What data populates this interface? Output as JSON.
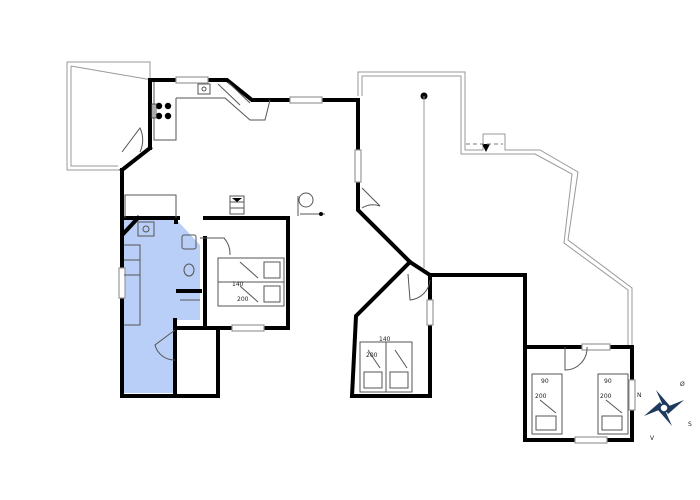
{
  "floor_plan": {
    "colors": {
      "bathroom_fill": "#b9cff7",
      "wall": "#000000",
      "compass": "#1f3a5f"
    },
    "bed_labels": [
      {
        "id": "bed-room-a-length",
        "text": "200"
      },
      {
        "id": "bed-room-a-width",
        "text": "140"
      },
      {
        "id": "bed-room-b-width",
        "text": "140"
      },
      {
        "id": "bed-room-b-length",
        "text": "200"
      },
      {
        "id": "bed-room-c-left-width",
        "text": "90"
      },
      {
        "id": "bed-room-c-left-length",
        "text": "200"
      },
      {
        "id": "bed-room-c-right-width",
        "text": "90"
      },
      {
        "id": "bed-room-c-right-length",
        "text": "200"
      }
    ],
    "compass": {
      "icon": "compass-rose-icon",
      "directions": {
        "north": "N",
        "east": "Ø",
        "south": "S",
        "west": "V"
      }
    }
  }
}
